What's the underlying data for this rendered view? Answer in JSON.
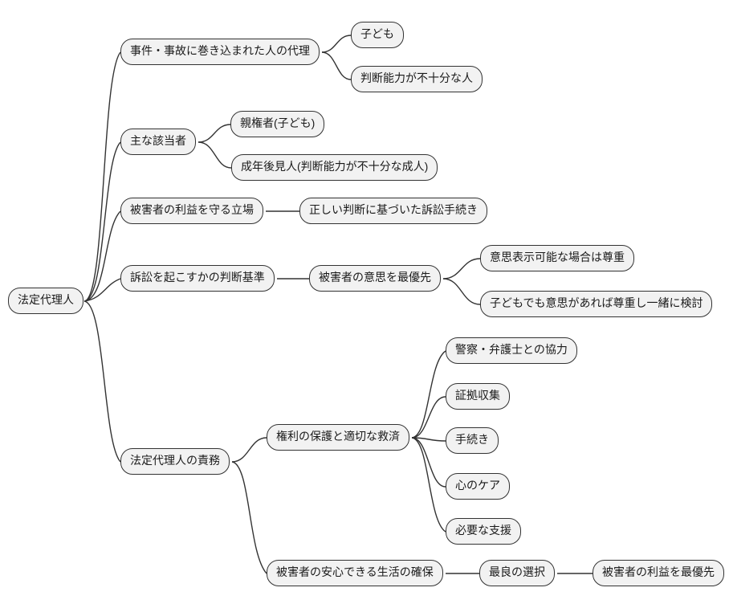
{
  "diagram": {
    "type": "mindmap",
    "root_label": "法定代理人",
    "node_fill": "#f2f2f2",
    "node_border": "#333333",
    "edge_color": "#333333"
  },
  "nodes": [
    {
      "id": "root",
      "label": "法定代理人",
      "parent": null
    },
    {
      "id": "n1",
      "label": "事件・事故に巻き込まれた人の代理",
      "parent": "root"
    },
    {
      "id": "n1a",
      "label": "子ども",
      "parent": "n1"
    },
    {
      "id": "n1b",
      "label": "判断能力が不十分な人",
      "parent": "n1"
    },
    {
      "id": "n2",
      "label": "主な該当者",
      "parent": "root"
    },
    {
      "id": "n2a",
      "label": "親権者(子ども)",
      "parent": "n2"
    },
    {
      "id": "n2b",
      "label": "成年後見人(判断能力が不十分な成人)",
      "parent": "n2"
    },
    {
      "id": "n3",
      "label": "被害者の利益を守る立場",
      "parent": "root"
    },
    {
      "id": "n3a",
      "label": "正しい判断に基づいた訴訟手続き",
      "parent": "n3"
    },
    {
      "id": "n4",
      "label": "訴訟を起こすかの判断基準",
      "parent": "root"
    },
    {
      "id": "n4a",
      "label": "被害者の意思を最優先",
      "parent": "n4"
    },
    {
      "id": "n4a1",
      "label": "意思表示可能な場合は尊重",
      "parent": "n4a"
    },
    {
      "id": "n4a2",
      "label": "子どもでも意思があれば尊重し一緒に検討",
      "parent": "n4a"
    },
    {
      "id": "n5",
      "label": "法定代理人の責務",
      "parent": "root"
    },
    {
      "id": "n5a",
      "label": "権利の保護と適切な救済",
      "parent": "n5"
    },
    {
      "id": "n5a1",
      "label": "警察・弁護士との協力",
      "parent": "n5a"
    },
    {
      "id": "n5a2",
      "label": "証拠収集",
      "parent": "n5a"
    },
    {
      "id": "n5a3",
      "label": "手続き",
      "parent": "n5a"
    },
    {
      "id": "n5a4",
      "label": "心のケア",
      "parent": "n5a"
    },
    {
      "id": "n5a5",
      "label": "必要な支援",
      "parent": "n5a"
    },
    {
      "id": "n5b",
      "label": "被害者の安心できる生活の確保",
      "parent": "n5"
    },
    {
      "id": "n5b1",
      "label": "最良の選択",
      "parent": "n5b"
    },
    {
      "id": "n5b2",
      "label": "被害者の利益を最優先",
      "parent": "n5b"
    }
  ]
}
